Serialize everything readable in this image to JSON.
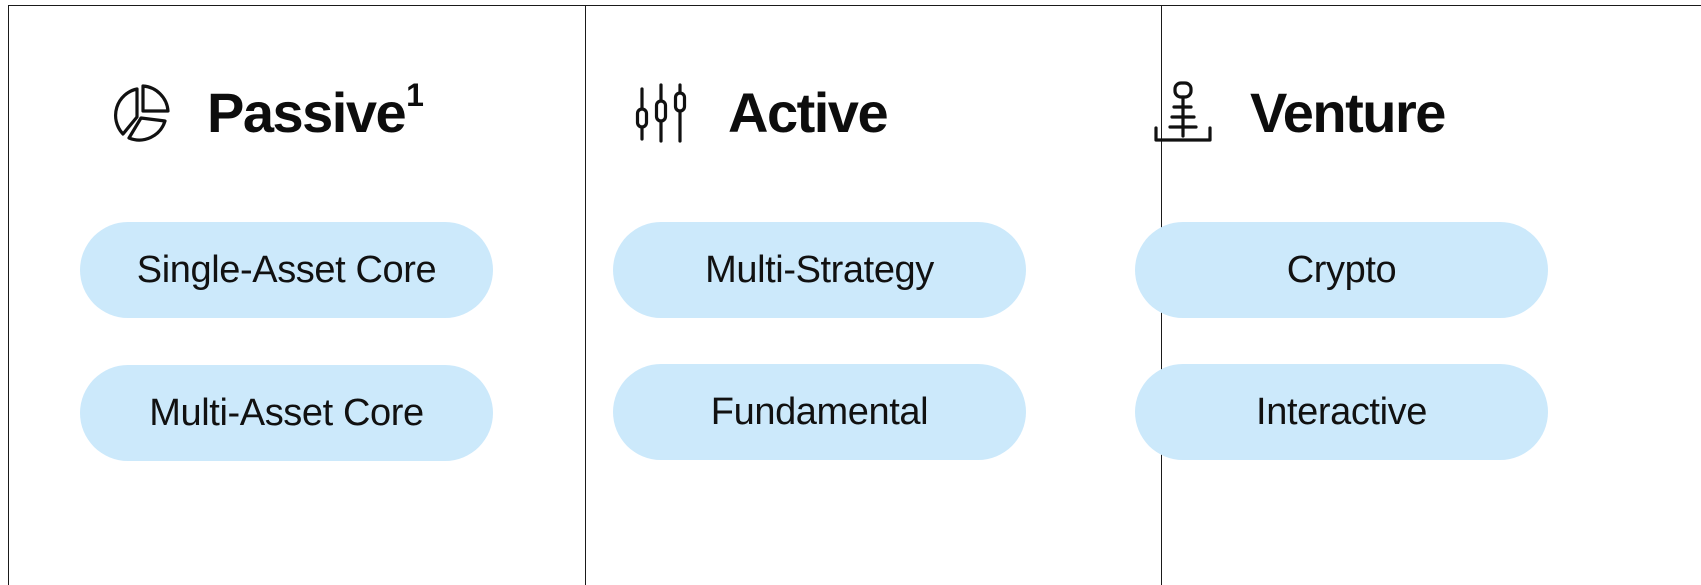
{
  "columns": [
    {
      "title": "Passive",
      "title_sup": "1",
      "icon": "pie-chart-icon",
      "items": [
        "Single-Asset Core",
        "Multi-Asset Core"
      ]
    },
    {
      "title": "Active",
      "title_sup": "",
      "icon": "candlestick-icon",
      "items": [
        "Multi-Strategy",
        "Fundamental"
      ]
    },
    {
      "title": "Venture",
      "title_sup": "",
      "icon": "sprout-icon",
      "items": [
        "Crypto",
        "Interactive"
      ]
    }
  ],
  "colors": {
    "pill_background": "#cce9fb",
    "divider": "#1a1a1a",
    "text": "#111111"
  }
}
